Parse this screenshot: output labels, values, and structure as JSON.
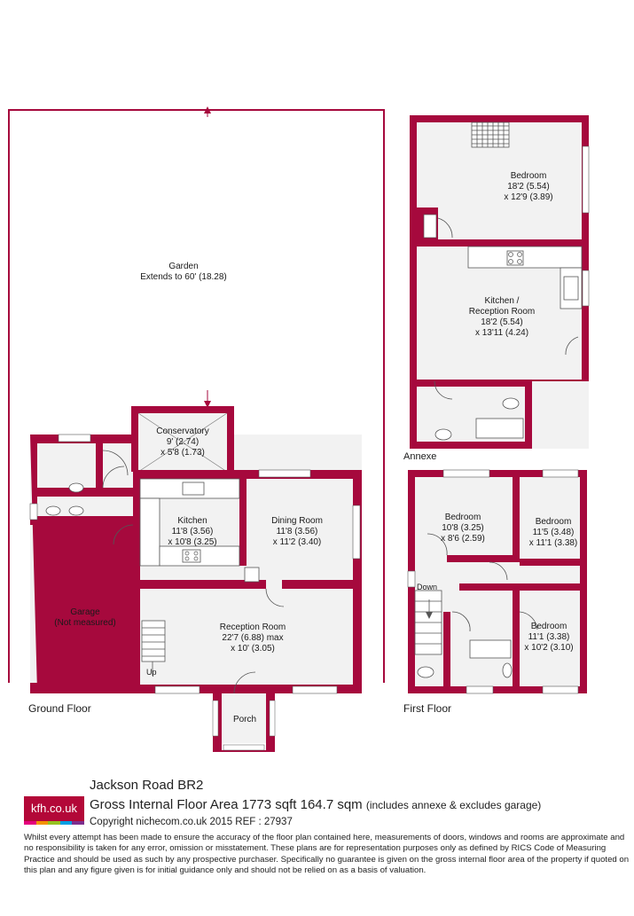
{
  "colors": {
    "wall": "#a6093d",
    "floor": "#f2f2f2",
    "fixture": "#555555"
  },
  "rooms": {
    "garden": {
      "name": "Garden",
      "dims": "Extends to 60' (18.28)"
    },
    "annexe_bedroom": {
      "name": "Bedroom",
      "dim1": "18'2 (5.54)",
      "dim2": "x 12'9 (3.89)"
    },
    "annexe_kitchen": {
      "name1": "Kitchen /",
      "name2": "Reception Room",
      "dim1": "18'2 (5.54)",
      "dim2": "x 13'11 (4.24)"
    },
    "conservatory": {
      "name": "Conservatory",
      "dim1": "9' (2.74)",
      "dim2": "x 5'8 (1.73)"
    },
    "kitchen": {
      "name": "Kitchen",
      "dim1": "11'8 (3.56)",
      "dim2": "x 10'8 (3.25)"
    },
    "dining": {
      "name": "Dining Room",
      "dim1": "11'8 (3.56)",
      "dim2": "x 11'2 (3.40)"
    },
    "garage": {
      "name": "Garage",
      "note": "(Not measured)"
    },
    "reception": {
      "name": "Reception Room",
      "dim1": "22'7 (6.88) max",
      "dim2": "x 10' (3.05)"
    },
    "porch": {
      "name": "Porch"
    },
    "bed1": {
      "name": "Bedroom",
      "dim1": "10'8 (3.25)",
      "dim2": "x 8'6 (2.59)"
    },
    "bed2": {
      "name": "Bedroom",
      "dim1": "11'5 (3.48)",
      "dim2": "x 11'1 (3.38)"
    },
    "bed3": {
      "name": "Bedroom",
      "dim1": "11'1 (3.38)",
      "dim2": "x 10'2 (3.10)"
    }
  },
  "labels": {
    "annexe": "Annexe",
    "ground_floor": "Ground Floor",
    "first_floor": "First Floor",
    "up": "Up",
    "down": "Down"
  },
  "footer": {
    "title": "Jackson Road BR2",
    "area": "Gross Internal Floor Area 1773 sqft 164.7 sqm",
    "area_note": "(includes annexe & excludes garage)",
    "copyright": "Copyright nichecom.co.uk 2015 REF : 27937",
    "disclaimer": "Whilst every attempt has been made to ensure the accuracy of the floor plan contained here, measurements of doors, windows and rooms are approximate and no responsibility is taken for any error, omission or misstatement.  These plans are for representation purposes only as defined by RICS Code of Measuring Practice and should be used as such by any prospective purchaser.  Specifically no guarantee is given on the gross internal floor area of the property if quoted on this plan and any figure given is for initial guidance only and should not be relied on as a basis of valuation.",
    "logo": "kfh.co.uk",
    "logo_colors": [
      "#e4007d",
      "#f39200",
      "#95c11f",
      "#009ee3",
      "#7d2f8e"
    ]
  }
}
